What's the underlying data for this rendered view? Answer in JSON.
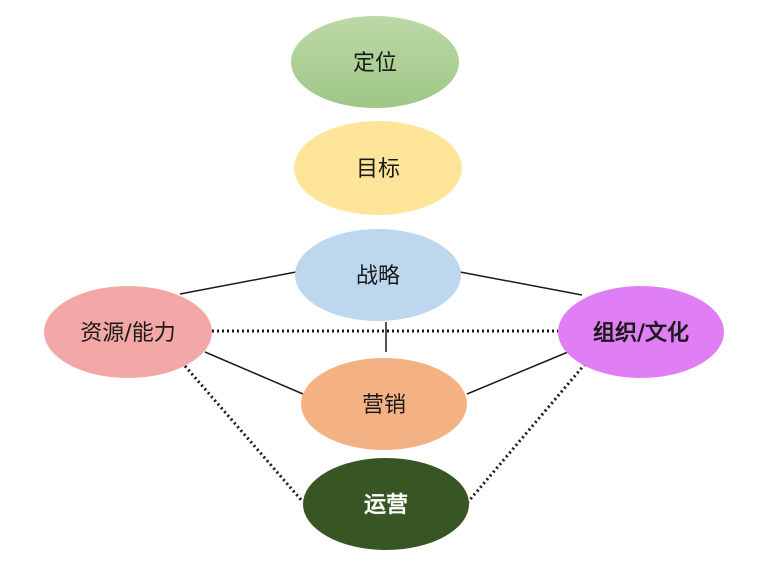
{
  "nodes": {
    "positioning": {
      "label": "定位",
      "color": "#a8d08d"
    },
    "goal": {
      "label": "目标",
      "color": "#ffe599"
    },
    "strategy": {
      "label": "战略",
      "color": "#bdd7ee"
    },
    "resources": {
      "label": "资源/能力",
      "color": "#f4a7a7"
    },
    "organization": {
      "label": "组织/文化",
      "color": "#e07ef5"
    },
    "marketing": {
      "label": "营销",
      "color": "#f4b183"
    },
    "operations": {
      "label": "运营",
      "color": "#375623"
    }
  }
}
